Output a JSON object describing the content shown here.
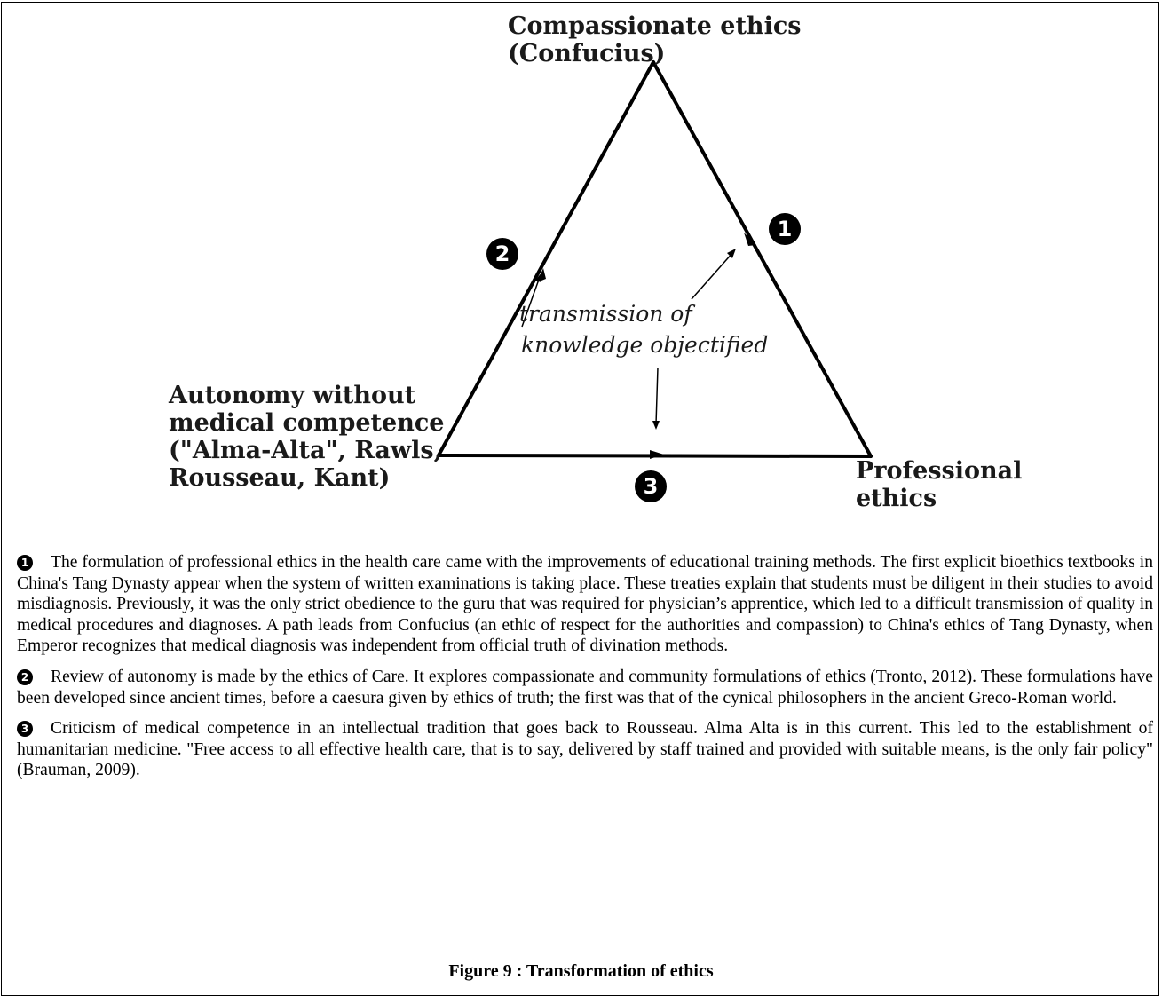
{
  "diagram": {
    "vertices": {
      "top": [
        "Compassionate ethics",
        "(Confucius)"
      ],
      "left": [
        "Autonomy without",
        "medical competence",
        "(\"Alma-Alta\", Rawls,",
        "Rousseau, Kant)"
      ],
      "right": [
        "Professional",
        "ethics"
      ]
    },
    "center_text": [
      "transmission of",
      "knowledge objectified"
    ],
    "badges": [
      "1",
      "2",
      "3"
    ]
  },
  "notes": [
    {
      "number": "1",
      "text": "The formulation of professional ethics in the health care came with the improvements of educational training methods. The first explicit bioethics textbooks in China's Tang Dynasty appear when the system of written examinations is taking place. These treaties explain that students must be diligent in their studies to avoid misdiagnosis. Previously, it was the only strict obedience to the guru that was required for physician’s apprentice, which led to a difficult transmission of quality in medical procedures and diagnoses. A path leads from Confucius (an ethic of respect for the authorities and compassion) to China's ethics of Tang Dynasty, when Emperor recognizes that medical diagnosis was independent from official truth of divination methods."
    },
    {
      "number": "2",
      "text": "Review of autonomy is made by the ethics of Care. It explores compassionate and community formulations of ethics (Tronto, 2012). These formulations have been developed since ancient times, before a caesura given by ethics of truth; the first was that of the cynical philosophers in the ancient Greco-Roman world."
    },
    {
      "number": "3",
      "text": "Criticism of medical competence in an intellectual tradition that goes back to Rousseau. Alma Alta is in this current. This led to the establishment of humanitarian medicine. \"Free access to all effective health care, that is to say, delivered by staff trained and provided with suitable means, is the only fair policy\" (Brauman, 2009)."
    }
  ],
  "caption": "Figure 9 : Transformation of ethics"
}
